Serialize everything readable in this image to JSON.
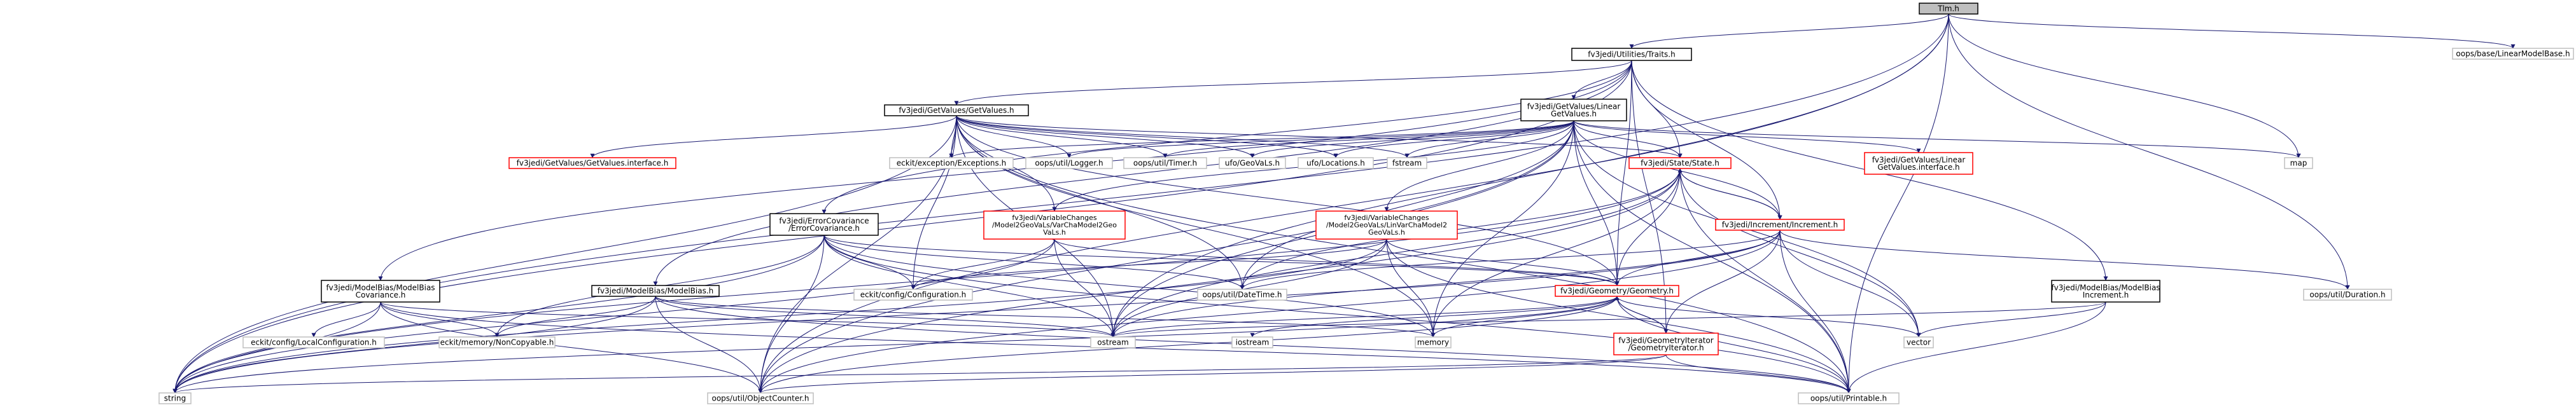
{
  "graph": {
    "title": "Tlm.h",
    "colors": {
      "edge": "#191970",
      "edge_link": "#8b1a1a",
      "current_fill": "#bfbfbf",
      "current_border": "#000000",
      "node_fill": "#ffffff",
      "doc_border": "#000000",
      "truncated_border": "#ff0000",
      "external_border": "#bfbfbf",
      "text": "#000000",
      "external_text": "#000000"
    },
    "nodes": [
      {
        "id": "tlm",
        "lines": [
          "Tlm.h"
        ],
        "kind": "current"
      },
      {
        "id": "traits",
        "lines": [
          "fv3jedi/Utilities/Traits.h"
        ],
        "kind": "doc"
      },
      {
        "id": "linmodbase",
        "lines": [
          "oops/base/LinearModelBase.h"
        ],
        "kind": "external"
      },
      {
        "id": "getvalues",
        "lines": [
          "fv3jedi/GetValues/GetValues.h"
        ],
        "kind": "doc"
      },
      {
        "id": "lingetvalues",
        "lines": [
          "fv3jedi/GetValues/Linear",
          "GetValues.h"
        ],
        "kind": "doc"
      },
      {
        "id": "map",
        "lines": [
          "map"
        ],
        "kind": "external"
      },
      {
        "id": "gv_iface",
        "lines": [
          "fv3jedi/GetValues/GetValues.interface.h"
        ],
        "kind": "truncated"
      },
      {
        "id": "exceptions",
        "lines": [
          "eckit/exception/Exceptions.h"
        ],
        "kind": "external"
      },
      {
        "id": "logger",
        "lines": [
          "oops/util/Logger.h"
        ],
        "kind": "external"
      },
      {
        "id": "timer",
        "lines": [
          "oops/util/Timer.h"
        ],
        "kind": "external"
      },
      {
        "id": "geovals",
        "lines": [
          "ufo/GeoVaLs.h"
        ],
        "kind": "external"
      },
      {
        "id": "locations",
        "lines": [
          "ufo/Locations.h"
        ],
        "kind": "external"
      },
      {
        "id": "fstream",
        "lines": [
          "fstream"
        ],
        "kind": "external"
      },
      {
        "id": "state",
        "lines": [
          "fv3jedi/State/State.h"
        ],
        "kind": "truncated"
      },
      {
        "id": "lgv_iface",
        "lines": [
          "fv3jedi/GetValues/Linear",
          "GetValues.interface.h"
        ],
        "kind": "truncated"
      },
      {
        "id": "errcov",
        "lines": [
          "fv3jedi/ErrorCovariance",
          "/ErrorCovariance.h"
        ],
        "kind": "doc"
      },
      {
        "id": "varcha",
        "lines": [
          "fv3jedi/VariableChanges",
          "/Model2GeoVaLs/VarChaModel2Geo",
          "VaLs.h"
        ],
        "kind": "truncated"
      },
      {
        "id": "linvarcha",
        "lines": [
          "fv3jedi/VariableChanges",
          "/Model2GeoVaLs/LinVarChaModel2",
          "GeoVaLs.h"
        ],
        "kind": "truncated"
      },
      {
        "id": "increment",
        "lines": [
          "fv3jedi/Increment/Increment.h"
        ],
        "kind": "truncated"
      },
      {
        "id": "mbcov",
        "lines": [
          "fv3jedi/ModelBias/ModelBias",
          "Covariance.h"
        ],
        "kind": "doc"
      },
      {
        "id": "modelbias",
        "lines": [
          "fv3jedi/ModelBias/ModelBias.h"
        ],
        "kind": "doc"
      },
      {
        "id": "configuration",
        "lines": [
          "eckit/config/Configuration.h"
        ],
        "kind": "external"
      },
      {
        "id": "datetime",
        "lines": [
          "oops/util/DateTime.h"
        ],
        "kind": "external"
      },
      {
        "id": "geometry",
        "lines": [
          "fv3jedi/Geometry/Geometry.h"
        ],
        "kind": "truncated"
      },
      {
        "id": "mbinc",
        "lines": [
          "fv3jedi/ModelBias/ModelBias",
          "Increment.h"
        ],
        "kind": "doc"
      },
      {
        "id": "duration",
        "lines": [
          "oops/util/Duration.h"
        ],
        "kind": "external"
      },
      {
        "id": "localconf",
        "lines": [
          "eckit/config/LocalConfiguration.h"
        ],
        "kind": "external"
      },
      {
        "id": "noncopyable",
        "lines": [
          "eckit/memory/NonCopyable.h"
        ],
        "kind": "external"
      },
      {
        "id": "ostream",
        "lines": [
          "ostream"
        ],
        "kind": "external"
      },
      {
        "id": "iostream",
        "lines": [
          "iostream"
        ],
        "kind": "external"
      },
      {
        "id": "memory",
        "lines": [
          "memory"
        ],
        "kind": "external"
      },
      {
        "id": "vector",
        "lines": [
          "vector"
        ],
        "kind": "external"
      },
      {
        "id": "geoiter",
        "lines": [
          "fv3jedi/GeometryIterator",
          "/GeometryIterator.h"
        ],
        "kind": "truncated"
      },
      {
        "id": "string",
        "lines": [
          "string"
        ],
        "kind": "external"
      },
      {
        "id": "objcounter",
        "lines": [
          "oops/util/ObjectCounter.h"
        ],
        "kind": "external"
      },
      {
        "id": "printable",
        "lines": [
          "oops/util/Printable.h"
        ],
        "kind": "external"
      }
    ],
    "edges": [
      [
        "tlm",
        "traits"
      ],
      [
        "tlm",
        "linmodbase"
      ],
      [
        "tlm",
        "string"
      ],
      [
        "tlm",
        "map"
      ],
      [
        "tlm",
        "duration"
      ],
      [
        "tlm",
        "printable"
      ],
      [
        "tlm",
        "objcounter"
      ],
      [
        "tlm",
        "ostream"
      ],
      [
        "traits",
        "getvalues"
      ],
      [
        "traits",
        "lingetvalues"
      ],
      [
        "traits",
        "state"
      ],
      [
        "traits",
        "increment"
      ],
      [
        "traits",
        "errcov"
      ],
      [
        "traits",
        "modelbias"
      ],
      [
        "traits",
        "mbcov"
      ],
      [
        "traits",
        "mbinc"
      ],
      [
        "traits",
        "geometry"
      ],
      [
        "traits",
        "geoiter"
      ],
      [
        "traits",
        "string"
      ],
      [
        "getvalues",
        "gv_iface"
      ],
      [
        "getvalues",
        "exceptions"
      ],
      [
        "getvalues",
        "logger"
      ],
      [
        "getvalues",
        "timer"
      ],
      [
        "getvalues",
        "geovals"
      ],
      [
        "getvalues",
        "locations"
      ],
      [
        "getvalues",
        "fstream"
      ],
      [
        "getvalues",
        "state"
      ],
      [
        "getvalues",
        "varcha"
      ],
      [
        "getvalues",
        "geometry"
      ],
      [
        "getvalues",
        "datetime"
      ],
      [
        "getvalues",
        "configuration"
      ],
      [
        "getvalues",
        "memory"
      ],
      [
        "getvalues",
        "ostream"
      ],
      [
        "getvalues",
        "string"
      ],
      [
        "getvalues",
        "objcounter"
      ],
      [
        "getvalues",
        "printable"
      ],
      [
        "lingetvalues",
        "lgv_iface"
      ],
      [
        "lingetvalues",
        "exceptions"
      ],
      [
        "lingetvalues",
        "logger"
      ],
      [
        "lingetvalues",
        "timer"
      ],
      [
        "lingetvalues",
        "geovals"
      ],
      [
        "lingetvalues",
        "locations"
      ],
      [
        "lingetvalues",
        "fstream"
      ],
      [
        "lingetvalues",
        "state"
      ],
      [
        "lingetvalues",
        "increment"
      ],
      [
        "lingetvalues",
        "linvarcha"
      ],
      [
        "lingetvalues",
        "varcha"
      ],
      [
        "lingetvalues",
        "geometry"
      ],
      [
        "lingetvalues",
        "datetime"
      ],
      [
        "lingetvalues",
        "memory"
      ],
      [
        "lingetvalues",
        "ostream"
      ],
      [
        "lingetvalues",
        "objcounter"
      ],
      [
        "lingetvalues",
        "printable"
      ],
      [
        "lingetvalues",
        "map"
      ],
      [
        "lingetvalues",
        "vector"
      ],
      [
        "state",
        "geometry"
      ],
      [
        "state",
        "increment"
      ],
      [
        "state",
        "datetime"
      ],
      [
        "state",
        "ostream"
      ],
      [
        "state",
        "string"
      ],
      [
        "state",
        "memory"
      ],
      [
        "state",
        "vector"
      ],
      [
        "state",
        "printable"
      ],
      [
        "state",
        "objcounter"
      ],
      [
        "increment",
        "state"
      ],
      [
        "increment",
        "geometry"
      ],
      [
        "increment",
        "geoiter"
      ],
      [
        "increment",
        "datetime"
      ],
      [
        "increment",
        "duration"
      ],
      [
        "increment",
        "ostream"
      ],
      [
        "increment",
        "string"
      ],
      [
        "increment",
        "vector"
      ],
      [
        "increment",
        "printable"
      ],
      [
        "increment",
        "objcounter"
      ],
      [
        "errcov",
        "configuration"
      ],
      [
        "errcov",
        "datetime"
      ],
      [
        "errcov",
        "geometry"
      ],
      [
        "errcov",
        "noncopyable"
      ],
      [
        "errcov",
        "ostream"
      ],
      [
        "errcov",
        "string"
      ],
      [
        "errcov",
        "objcounter"
      ],
      [
        "errcov",
        "printable"
      ],
      [
        "errcov",
        "memory"
      ],
      [
        "varcha",
        "configuration"
      ],
      [
        "varcha",
        "geometry"
      ],
      [
        "varcha",
        "ostream"
      ],
      [
        "varcha",
        "string"
      ],
      [
        "linvarcha",
        "configuration"
      ],
      [
        "linvarcha",
        "geometry"
      ],
      [
        "linvarcha",
        "ostream"
      ],
      [
        "linvarcha",
        "memory"
      ],
      [
        "linvarcha",
        "string"
      ],
      [
        "linvarcha",
        "printable"
      ],
      [
        "geometry",
        "ostream"
      ],
      [
        "geometry",
        "iostream"
      ],
      [
        "geometry",
        "memory"
      ],
      [
        "geometry",
        "vector"
      ],
      [
        "geometry",
        "string"
      ],
      [
        "geometry",
        "objcounter"
      ],
      [
        "geometry",
        "printable"
      ],
      [
        "geometry",
        "geoiter"
      ],
      [
        "geoiter",
        "geometry"
      ],
      [
        "geoiter",
        "string"
      ],
      [
        "geoiter",
        "objcounter"
      ],
      [
        "geoiter",
        "printable"
      ],
      [
        "mbcov",
        "localconf"
      ],
      [
        "mbcov",
        "noncopyable"
      ],
      [
        "mbcov",
        "ostream"
      ],
      [
        "mbcov",
        "string"
      ],
      [
        "mbcov",
        "objcounter"
      ],
      [
        "mbcov",
        "printable"
      ],
      [
        "modelbias",
        "noncopyable"
      ],
      [
        "modelbias",
        "ostream"
      ],
      [
        "modelbias",
        "string"
      ],
      [
        "modelbias",
        "memory"
      ],
      [
        "modelbias",
        "objcounter"
      ],
      [
        "modelbias",
        "printable"
      ],
      [
        "mbinc",
        "ostream"
      ],
      [
        "mbinc",
        "vector"
      ],
      [
        "mbinc",
        "printable"
      ]
    ]
  }
}
